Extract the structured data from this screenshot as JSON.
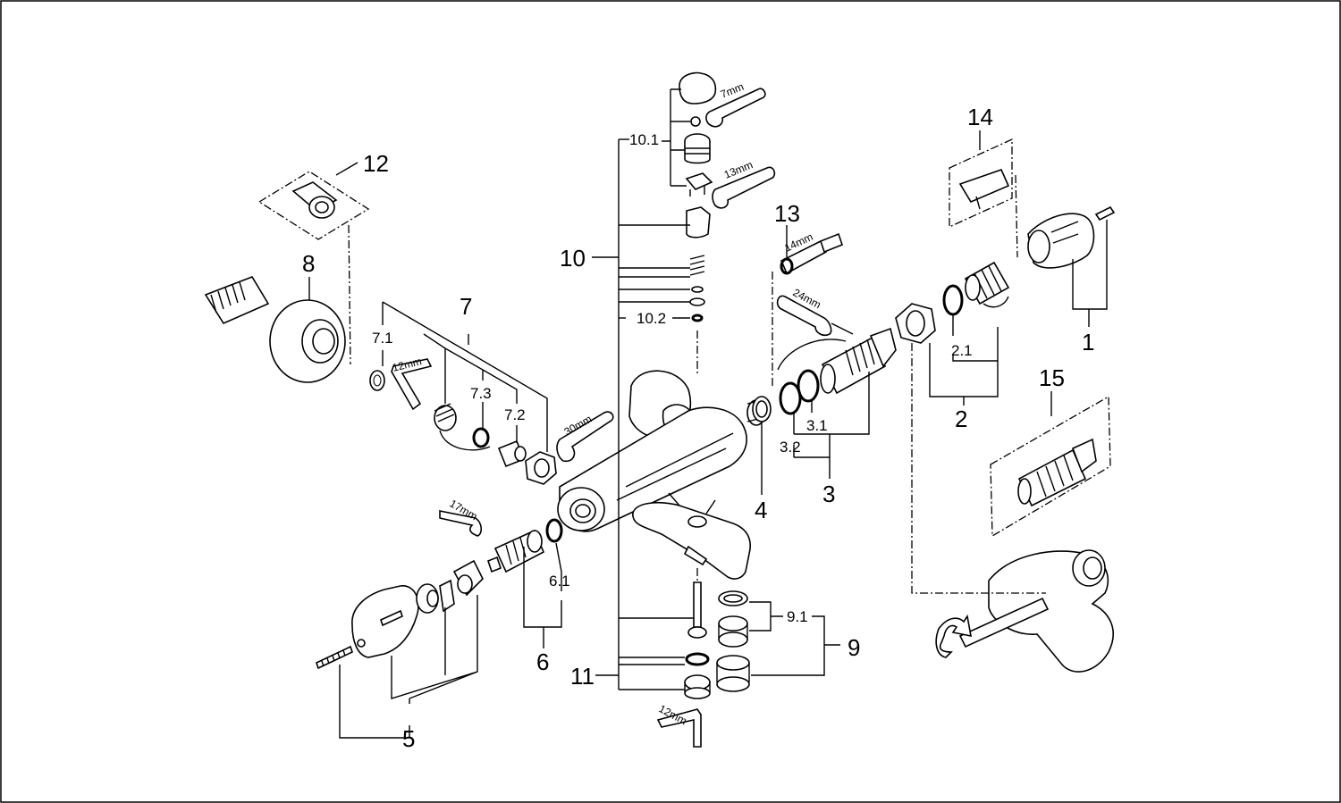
{
  "callouts": {
    "c1": "1",
    "c2": "2",
    "c2_1": "2.1",
    "c3": "3",
    "c3_1": "3.1",
    "c3_2": "3.2",
    "c4": "4",
    "c5": "5",
    "c6": "6",
    "c6_1": "6.1",
    "c7": "7",
    "c7_1": "7.1",
    "c7_2": "7.2",
    "c7_3": "7.3",
    "c8": "8",
    "c9": "9",
    "c9_1": "9.1",
    "c10": "10",
    "c10_1": "10.1",
    "c10_2": "10.2",
    "c11": "11",
    "c12": "12",
    "c13": "13",
    "c14": "14",
    "c15": "15"
  },
  "tools": {
    "t7mm": "7mm",
    "t13mm": "13mm",
    "t14mm": "14mm",
    "t24mm": "24mm",
    "t12mm_left": "12mm",
    "t30mm": "30mm",
    "t17mm": "17mm",
    "t12mm_bottom": "12mm"
  }
}
